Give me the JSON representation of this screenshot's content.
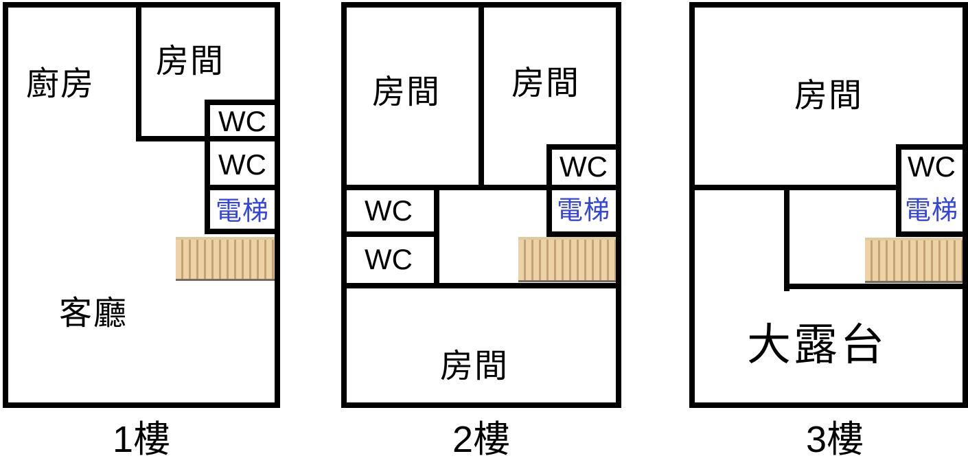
{
  "diagram": "residential-floor-plans",
  "colors": {
    "wall": "#000000",
    "background": "#ffffff",
    "elevator_text": "#3345dd",
    "room_text": "#000000",
    "stair_fill": "#ecd2a4",
    "stair_stripe": "#c2a276",
    "stair_top_edge": "#dfc99e",
    "stair_bottom_edge": "#746c60"
  },
  "floors": [
    {
      "caption": "1樓",
      "labels": {
        "kitchen": "廚房",
        "room": "房間",
        "wc1": "WC",
        "wc2": "WC",
        "elevator": "電梯",
        "living": "客廳"
      }
    },
    {
      "caption": "2樓",
      "labels": {
        "room_left": "房間",
        "room_right": "房間",
        "wc_right": "WC",
        "elevator": "電梯",
        "wc_left1": "WC",
        "wc_left2": "WC",
        "room_bottom": "房間"
      }
    },
    {
      "caption": "3樓",
      "labels": {
        "room": "房間",
        "wc": "WC",
        "elevator": "電梯",
        "terrace": "大露台"
      }
    }
  ]
}
